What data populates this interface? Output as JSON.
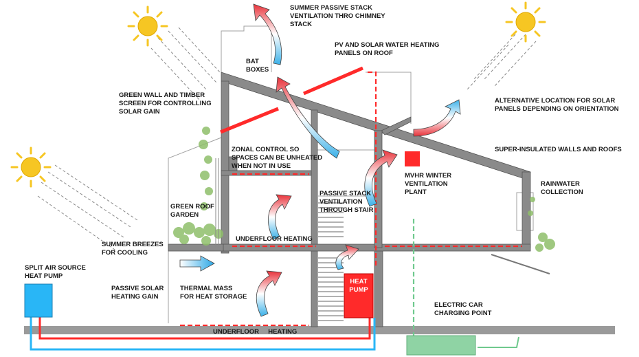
{
  "labels": {
    "summer_stack": [
      "SUMMER PASSIVE STACK",
      "VENTILATION THRO CHIMNEY",
      "STACK"
    ],
    "pv_panels": [
      "PV AND SOLAR WATER HEATING",
      "PANELS ON ROOF"
    ],
    "bat_boxes": [
      "BAT",
      "BOXES"
    ],
    "green_wall": [
      "GREEN WALL AND TIMBER",
      "SCREEN FOR CONTROLLING",
      "SOLAR GAIN"
    ],
    "alt_solar": [
      "ALTERNATIVE LOCATION FOR SOLAR",
      "PANELS DEPENDING ON ORIENTATION"
    ],
    "zonal_control": [
      "ZONAL CONTROL SO",
      "SPACES CAN BE UNHEATED",
      "WHEN NOT IN USE"
    ],
    "super_insulated": [
      "SUPER-INSULATED WALLS AND ROOFS"
    ],
    "mvhr": [
      "MVHR WINTER",
      "VENTILATION",
      "PLANT"
    ],
    "rainwater": [
      "RAINWATER",
      "COLLECTION"
    ],
    "passive_stack_stair": [
      "PASSIVE STACK",
      "VENTILATION",
      "THROUGH STAIR"
    ],
    "green_roof": [
      "GREEN ROOF",
      "GARDEN"
    ],
    "underfloor_upper": [
      "UNDERFLOOR HEATING"
    ],
    "summer_breezes": [
      "SUMMER BREEZES",
      "FOR COOLING"
    ],
    "split_heat_pump": [
      "SPLIT AIR SOURCE",
      "HEAT PUMP"
    ],
    "passive_solar": [
      "PASSIVE SOLAR",
      "HEATING GAIN"
    ],
    "thermal_mass": [
      "THERMAL MASS",
      "FOR HEAT STORAGE"
    ],
    "underfloor_lower": [
      "UNDERFLOOR     HEATING"
    ],
    "heat_pump_box": [
      "HEAT",
      "PUMP"
    ],
    "electric_car": [
      "ELECTRIC CAR",
      "CHARGING POINT"
    ]
  },
  "colors": {
    "wall": "#8a8a8a",
    "wall_stroke": "#555555",
    "outline": "#9a9a9a",
    "heating_red": "#ff2a2a",
    "cold_blue": "#1ea7e6",
    "sun_yellow": "#f6c623",
    "plant_green": "#8fbf6a",
    "car_green": "#8fd3a4",
    "split_unit": "#29b6f6"
  },
  "icons": [
    "sun-icon",
    "arrow-icon",
    "plant-icon"
  ]
}
